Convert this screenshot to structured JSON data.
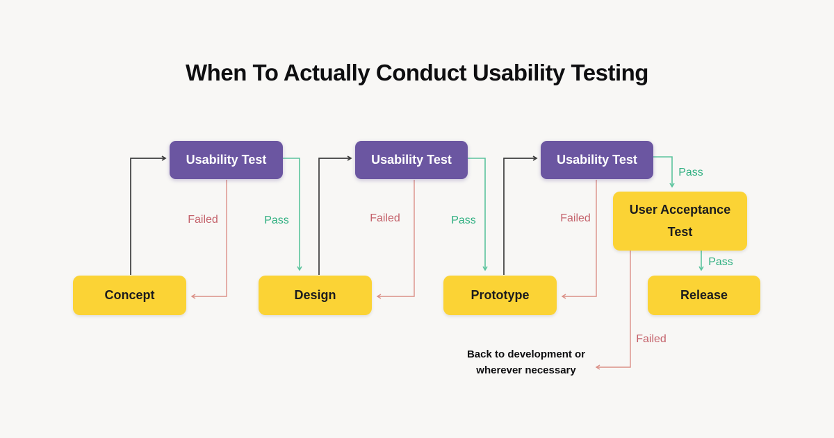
{
  "title": "When To Actually Conduct Usability Testing",
  "colors": {
    "background": "#F8F7F5",
    "purple": "#6B56A1",
    "yellow": "#FBD335",
    "line_black": "#3D3D3D",
    "line_fail": "#DB9087",
    "line_pass": "#5BC49D",
    "fail_text": "#C4626B",
    "pass_text": "#2FAF80",
    "title_text": "#0E0E10"
  },
  "nodes": {
    "usability_test_1": "Usability Test",
    "usability_test_2": "Usability Test",
    "usability_test_3": "Usability Test",
    "concept": "Concept",
    "design": "Design",
    "prototype": "Prototype",
    "user_acceptance_test": "User Acceptance Test",
    "release": "Release"
  },
  "edge_labels": {
    "failed_1": "Failed",
    "pass_1": "Pass",
    "failed_2": "Failed",
    "pass_2": "Pass",
    "failed_3": "Failed",
    "pass_3": "Pass",
    "pass_4": "Pass",
    "failed_4": "Failed"
  },
  "note": {
    "line1": "Back to development or",
    "line2": "wherever necessary"
  }
}
